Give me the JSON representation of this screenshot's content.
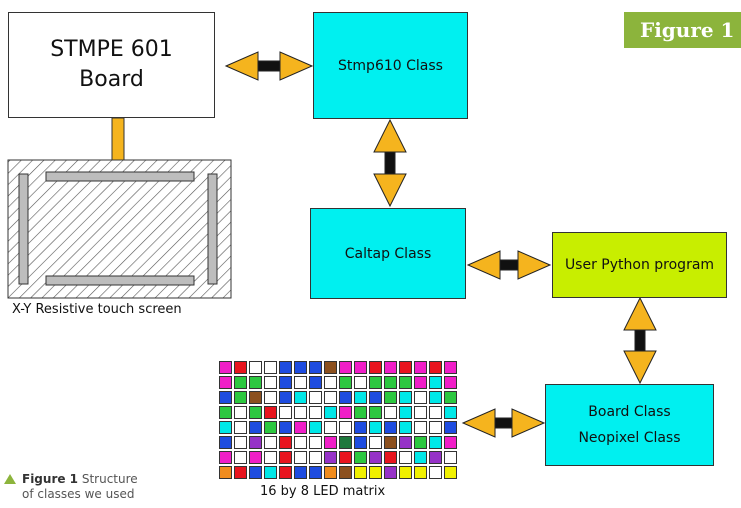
{
  "figure_tag": "Figure 1",
  "boxes": {
    "stmpe_line1": "STMPE 601",
    "stmpe_line2": "Board",
    "stmp610": "Stmp610 Class",
    "caltap": "Caltap Class",
    "user_program": "User Python program",
    "board_class": "Board Class",
    "neopixel_class": "Neopixel Class"
  },
  "labels": {
    "touch_screen": "X-Y Resistive touch screen",
    "led_matrix": "16 by 8 LED matrix"
  },
  "caption": {
    "bold": "Figure 1",
    "line1_rest": " Structure",
    "line2": "of classes we used"
  },
  "colors": {
    "cyan": "#00f0f0",
    "lime": "#c8ee00",
    "arrow": "#f5b41e",
    "caption_green": "#8cb43c"
  },
  "led_matrix": {
    "palette": {
      "W": "#ffffff",
      "R": "#e8141e",
      "G": "#2cc840",
      "B": "#1e4ce0",
      "C": "#00e8e8",
      "M": "#f01ec8",
      "Y": "#f0f000",
      "O": "#f08c1e",
      "P": "#9632c8",
      "N": "#8c501e",
      "D": "#1e783c"
    },
    "rows": [
      "MRWWBBBNMMRMRMRM",
      "MGGWBWBWGWGGGMCM",
      "BGNWBCWWBCBGCWCG",
      "GWGRWWWCMGGWCWWC",
      "CWBGBMCWWBCBCWWB",
      "BWPWRWWMDBWNPGCM",
      "MWMWRWWPRGPRWCPW",
      "ORBCRBBONYYPYYWY"
    ]
  }
}
